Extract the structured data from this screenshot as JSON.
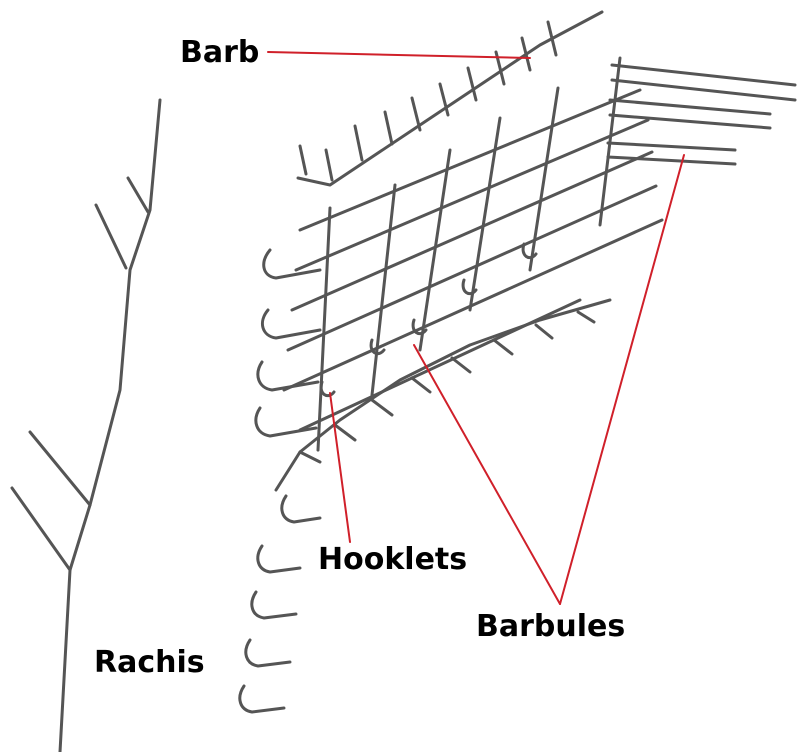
{
  "labels": {
    "barb": "Barb",
    "hooklets": "Hooklets",
    "barbules": "Barbules",
    "rachis": "Rachis"
  },
  "colors": {
    "line": "#555555",
    "leader": "#d0202a",
    "text": "#000000",
    "background": "#ffffff"
  }
}
